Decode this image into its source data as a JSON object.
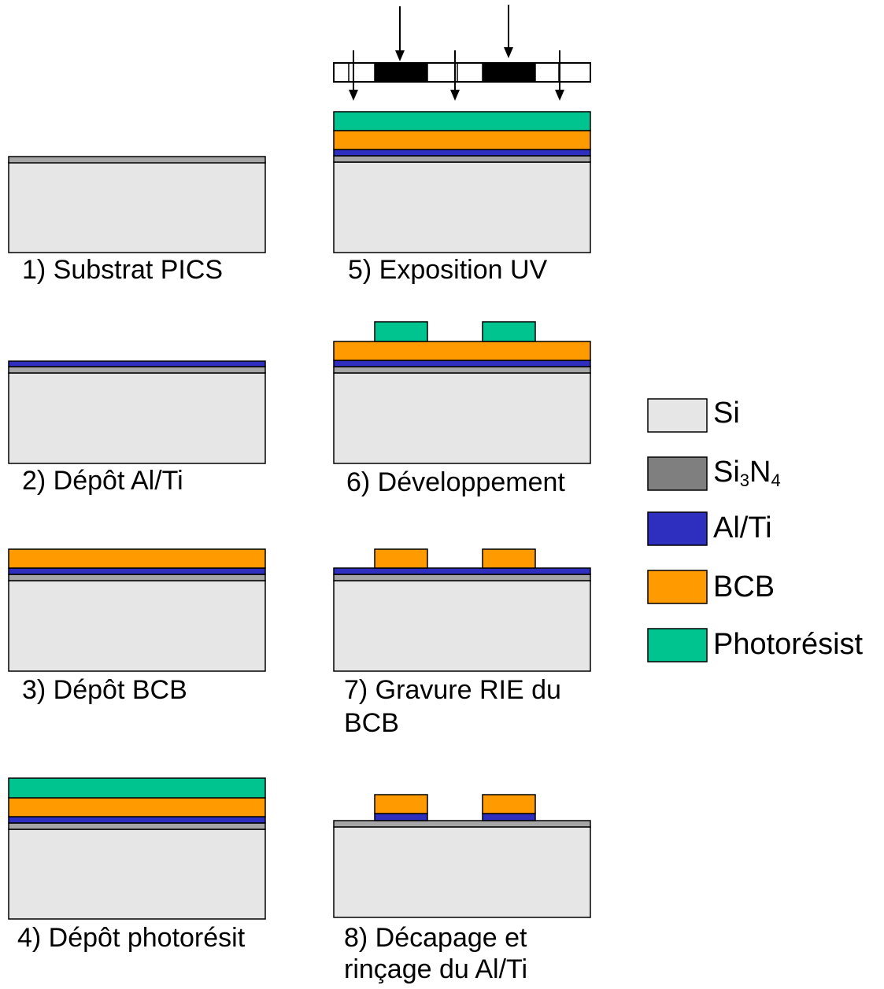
{
  "colors": {
    "si": "#e6e6e6",
    "si3n4": "#a6a6a6",
    "alti": "#2f2fbf",
    "bcb": "#ff9a00",
    "photoresist": "#00c48f",
    "mask_opaque": "#000000",
    "outline": "#000000"
  },
  "steps": [
    {
      "label": "1) Substrat PICS",
      "label_line2": ""
    },
    {
      "label": "2) Dépôt Al/Ti",
      "label_line2": ""
    },
    {
      "label": "3) Dépôt BCB",
      "label_line2": ""
    },
    {
      "label": "4) Dépôt photorésit",
      "label_line2": ""
    },
    {
      "label": "5) Exposition UV",
      "label_line2": ""
    },
    {
      "label": "6) Développement",
      "label_line2": ""
    },
    {
      "label": "7) Gravure RIE du",
      "label_line2": "BCB"
    },
    {
      "label": "8) Décapage et",
      "label_line2": "rinçage du Al/Ti"
    }
  ],
  "legend": [
    {
      "key": "si",
      "name": "Si"
    },
    {
      "key": "si3n4",
      "name_main": "Si",
      "sub1": "3",
      "name_mid": "N",
      "sub2": "4"
    },
    {
      "key": "alti",
      "name": "Al/Ti"
    },
    {
      "key": "bcb",
      "name": "BCB"
    },
    {
      "key": "photoresist",
      "name": "Photorésist"
    }
  ]
}
